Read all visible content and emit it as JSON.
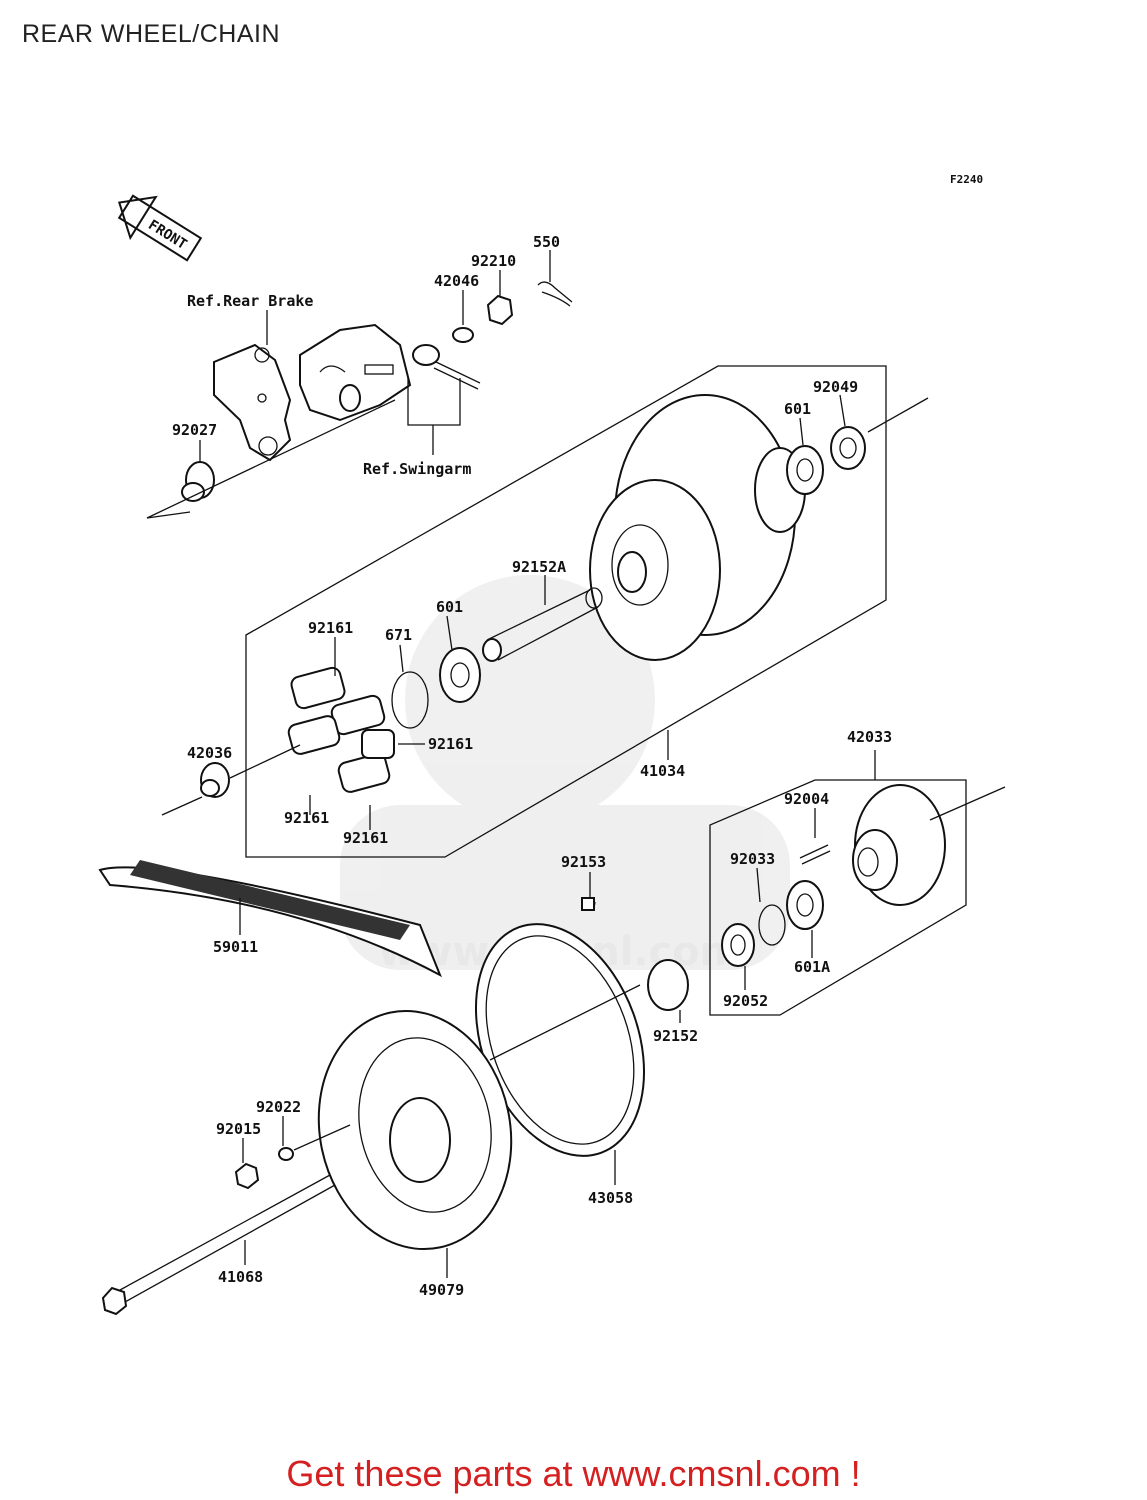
{
  "page": {
    "title": "REAR WHEEL/CHAIN",
    "figure_code": "F2240",
    "front_label": "FRONT",
    "footer": "Get these parts at www.cmsnl.com !"
  },
  "refs": {
    "rear_brake": "Ref.Rear Brake",
    "swingarm": "Ref.Swingarm"
  },
  "parts": [
    "550",
    "92210",
    "42046",
    "92049",
    "601",
    "92027",
    "92152A",
    "601",
    "671",
    "92161",
    "92161",
    "42036",
    "92161",
    "92161",
    "41034",
    "42033",
    "92004",
    "92033",
    "92153",
    "601A",
    "59011",
    "92052",
    "92152",
    "92022",
    "92015",
    "43058",
    "41068",
    "49079"
  ],
  "watermark": "www.cmsnl.com"
}
